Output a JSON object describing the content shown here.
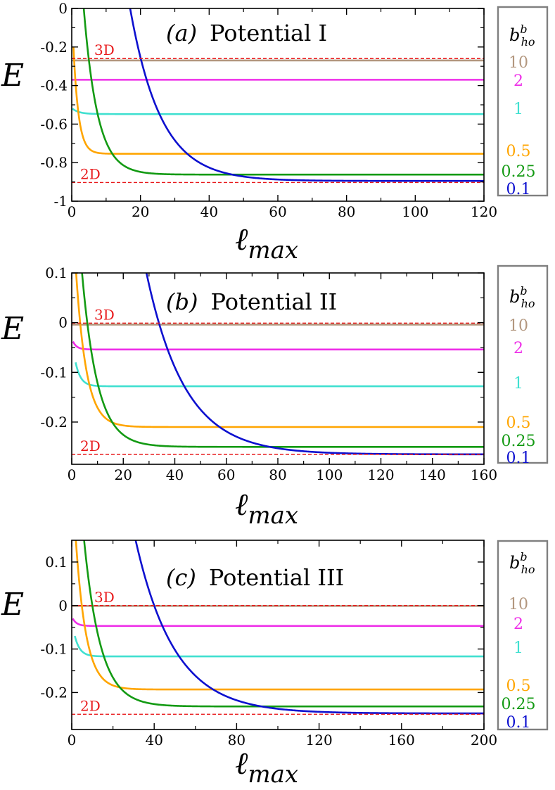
{
  "chart_data": [
    {
      "type": "line",
      "panel_label": "(a)",
      "title": "Potential I",
      "xlabel": "ℓmax",
      "ylabel": "E",
      "xlim": [
        0,
        120
      ],
      "ylim": [
        -1,
        0
      ],
      "x_ticks": [
        0,
        20,
        40,
        60,
        80,
        100,
        120
      ],
      "x_tick_labels": [
        "0",
        "20",
        "40",
        "60",
        "80",
        "100",
        "120"
      ],
      "y_ticks": [
        0,
        -0.2,
        -0.4,
        -0.6,
        -0.8,
        -1
      ],
      "y_tick_labels": [
        "0",
        "-0.2",
        "-0.4",
        "-0.6",
        "-0.8",
        "-1"
      ],
      "legend_title": "b^b_ho",
      "reference_lines": [
        {
          "label": "3D",
          "value": -0.26,
          "color": "#e8191b"
        },
        {
          "label": "2D",
          "value": -0.903,
          "color": "#e8191b"
        }
      ],
      "series": [
        {
          "name": "10",
          "color": "#b3977f",
          "asymptote": -0.27,
          "x0": 0.05,
          "y0": -0.27,
          "rate": 3.0,
          "x_end": 120
        },
        {
          "name": "2",
          "color": "#ee2ee8",
          "asymptote": -0.37,
          "x0": 0.05,
          "y0": -0.37,
          "rate": 3.0,
          "x_end": 120
        },
        {
          "name": "1",
          "color": "#40e0d0",
          "asymptote": -0.548,
          "x0": 0.2,
          "y0": -0.52,
          "rate": 2.0,
          "x_end": 120
        },
        {
          "name": "0.5",
          "color": "#ffa500",
          "asymptote": -0.754,
          "x0": 0.5,
          "y0": -0.2,
          "rate": 1.5,
          "x_end": 120
        },
        {
          "name": "0.25",
          "color": "#139a13",
          "asymptote": -0.862,
          "x0": 3.5,
          "y0": 0,
          "rate": 4.0,
          "x_end": 120
        },
        {
          "name": "0.1",
          "color": "#0d10cf",
          "asymptote": -0.895,
          "x0": 17,
          "y0": 0,
          "rate": 9.0,
          "x_end": 120
        }
      ]
    },
    {
      "type": "line",
      "panel_label": "(b)",
      "title": "Potential II",
      "xlabel": "ℓmax",
      "ylabel": "E",
      "xlim": [
        0,
        160
      ],
      "ylim": [
        -0.285,
        0.1
      ],
      "x_ticks": [
        0,
        20,
        40,
        60,
        80,
        100,
        120,
        140,
        160
      ],
      "x_tick_labels": [
        "0",
        "20",
        "40",
        "60",
        "80",
        "100",
        "120",
        "140",
        "160"
      ],
      "y_ticks": [
        0.1,
        0,
        -0.1,
        -0.2
      ],
      "y_tick_labels": [
        "0.1",
        "0",
        "-0.1",
        "-0.2"
      ],
      "legend_title": "b^b_ho",
      "reference_lines": [
        {
          "label": "3D",
          "value": -0.001,
          "color": "#e8191b"
        },
        {
          "label": "2D",
          "value": -0.265,
          "color": "#e8191b"
        }
      ],
      "series": [
        {
          "name": "10",
          "color": "#b3977f",
          "asymptote": -0.004,
          "x0": 0.05,
          "y0": -0.004,
          "rate": 3.0,
          "x_end": 160
        },
        {
          "name": "2",
          "color": "#ee2ee8",
          "asymptote": -0.054,
          "x0": 0.5,
          "y0": -0.038,
          "rate": 1.5,
          "x_end": 160
        },
        {
          "name": "1",
          "color": "#40e0d0",
          "asymptote": -0.128,
          "x0": 1.5,
          "y0": -0.08,
          "rate": 2.0,
          "x_end": 160
        },
        {
          "name": "0.5",
          "color": "#ffa500",
          "asymptote": -0.21,
          "x0": 1.7,
          "y0": 0.1,
          "rate": 4.0,
          "x_end": 160
        },
        {
          "name": "0.25",
          "color": "#139a13",
          "asymptote": -0.25,
          "x0": 4,
          "y0": 0.1,
          "rate": 6.0,
          "x_end": 160
        },
        {
          "name": "0.1",
          "color": "#0d10cf",
          "asymptote": -0.265,
          "x0": 29,
          "y0": 0.1,
          "rate": 15.0,
          "x_end": 160
        }
      ]
    },
    {
      "type": "line",
      "panel_label": "(c)",
      "title": "Potential III",
      "xlabel": "ℓmax",
      "ylabel": "E",
      "xlim": [
        0,
        200
      ],
      "ylim": [
        -0.285,
        0.15
      ],
      "x_ticks": [
        0,
        40,
        80,
        120,
        160,
        200
      ],
      "x_tick_labels": [
        "0",
        "40",
        "80",
        "120",
        "160",
        "200"
      ],
      "y_ticks": [
        0.1,
        0,
        -0.1,
        -0.2
      ],
      "y_tick_labels": [
        "0.1",
        "0",
        "-0.1",
        "-0.2"
      ],
      "legend_title": "b^b_ho",
      "reference_lines": [
        {
          "label": "3D",
          "value": 0.0,
          "color": "#e8191b"
        },
        {
          "label": "2D",
          "value": -0.25,
          "color": "#e8191b"
        }
      ],
      "series": [
        {
          "name": "10",
          "color": "#b3977f",
          "asymptote": -0.001,
          "x0": 0.05,
          "y0": -0.001,
          "rate": 3.0,
          "x_end": 200
        },
        {
          "name": "2",
          "color": "#ee2ee8",
          "asymptote": -0.047,
          "x0": 0.5,
          "y0": -0.03,
          "rate": 2.0,
          "x_end": 200
        },
        {
          "name": "1",
          "color": "#40e0d0",
          "asymptote": -0.117,
          "x0": 1.5,
          "y0": -0.07,
          "rate": 2.5,
          "x_end": 200
        },
        {
          "name": "0.5",
          "color": "#ffa500",
          "asymptote": -0.193,
          "x0": 2,
          "y0": 0.15,
          "rate": 5.0,
          "x_end": 200
        },
        {
          "name": "0.25",
          "color": "#139a13",
          "asymptote": -0.232,
          "x0": 6,
          "y0": 0.15,
          "rate": 8.0,
          "x_end": 200
        },
        {
          "name": "0.1",
          "color": "#0d10cf",
          "asymptote": -0.248,
          "x0": 31,
          "y0": 0.15,
          "rate": 19.0,
          "x_end": 200
        }
      ]
    }
  ]
}
